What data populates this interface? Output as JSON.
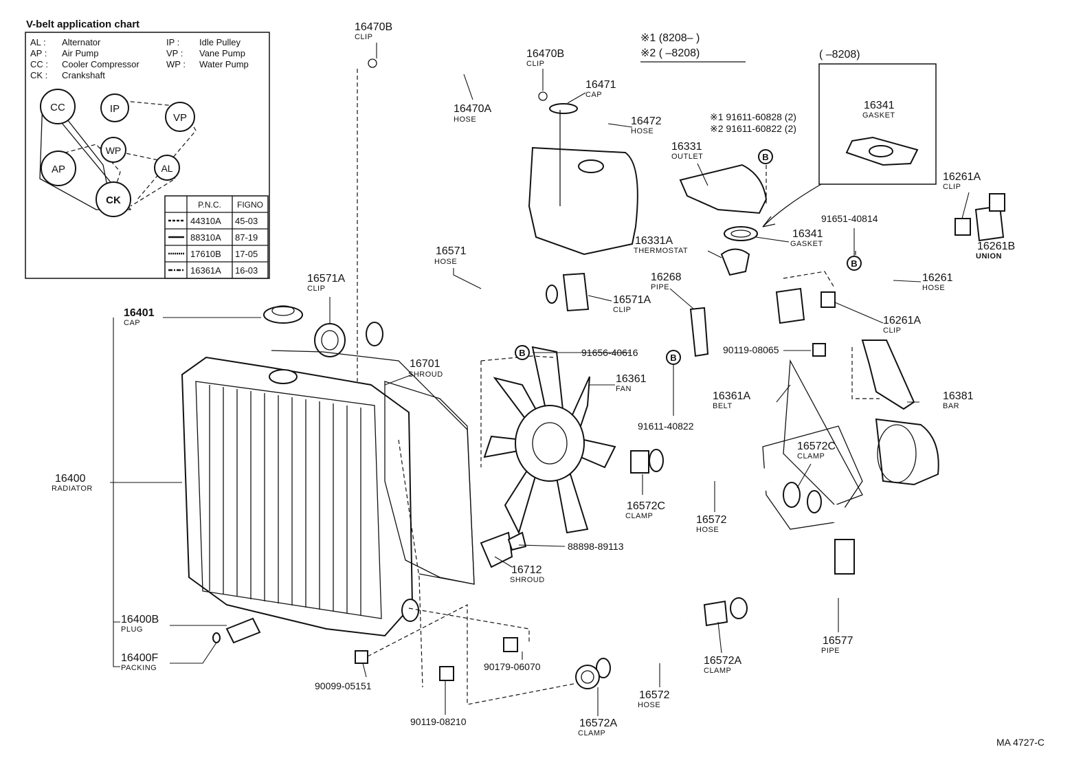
{
  "vbelt_chart": {
    "title": "V-belt application chart",
    "legend": [
      {
        "code": "AL :",
        "name": "Alternator"
      },
      {
        "code": "AP :",
        "name": "Air Pump"
      },
      {
        "code": "CC :",
        "name": "Cooler Compressor"
      },
      {
        "code": "CK :",
        "name": "Crankshaft"
      },
      {
        "code": "IP :",
        "name": "Idle Pulley"
      },
      {
        "code": "VP :",
        "name": "Vane Pump"
      },
      {
        "code": "WP :",
        "name": "Water Pump"
      }
    ],
    "pulleys": [
      "CC",
      "IP",
      "VP",
      "WP",
      "AP",
      "AL",
      "CK"
    ],
    "table_headers": [
      "P.N.C.",
      "FIGNO"
    ],
    "table_rows": [
      {
        "pnc": "44310A",
        "figno": "45-03"
      },
      {
        "pnc": "88310A",
        "figno": "87-19"
      },
      {
        "pnc": "17610B",
        "figno": "17-05"
      },
      {
        "pnc": "16361A",
        "figno": "16-03"
      }
    ]
  },
  "notes": {
    "note1": "※1 (8208–     )",
    "note2": "※2 (     –8208)",
    "inset_title": "(        –8208)"
  },
  "parts": {
    "p16470B_top": {
      "pn": "16470B",
      "name": "CLIP"
    },
    "p16470B_mid": {
      "pn": "16470B",
      "name": "CLIP"
    },
    "p16470A": {
      "pn": "16470A",
      "name": "HOSE"
    },
    "p16471": {
      "pn": "16471",
      "name": "CAP"
    },
    "p16472": {
      "pn": "16472",
      "name": "HOSE"
    },
    "p91611_60828": {
      "pn": "※1 91611-60828 (2)"
    },
    "p91611_60822": {
      "pn": "※2 91611-60822 (2)"
    },
    "p16331": {
      "pn": "16331",
      "name": "OUTLET"
    },
    "p16341_inset": {
      "pn": "16341",
      "name": "GASKET"
    },
    "p16341": {
      "pn": "16341",
      "name": "GASKET"
    },
    "p16331A": {
      "pn": "16331A",
      "name": "THERMOSTAT"
    },
    "p16261A_top": {
      "pn": "16261A",
      "name": "CLIP"
    },
    "p16261B": {
      "pn": "16261B",
      "name": "UNION"
    },
    "p91651_40814": {
      "pn": "91651-40814"
    },
    "p16261": {
      "pn": "16261",
      "name": "HOSE"
    },
    "p16261A_bot": {
      "pn": "16261A",
      "name": "CLIP"
    },
    "p16268": {
      "pn": "16268",
      "name": "PIPE"
    },
    "p16571": {
      "pn": "16571",
      "name": "HOSE"
    },
    "p16571A_left": {
      "pn": "16571A",
      "name": "CLIP"
    },
    "p16571A_right": {
      "pn": "16571A",
      "name": "CLIP"
    },
    "p16401": {
      "pn": "16401",
      "name": "CAP"
    },
    "p16701": {
      "pn": "16701",
      "name": "SHROUD"
    },
    "p91656_40616": {
      "pn": "91656-40616"
    },
    "p16361": {
      "pn": "16361",
      "name": "FAN"
    },
    "p90119_08065": {
      "pn": "90119-08065"
    },
    "p16361A": {
      "pn": "16361A",
      "name": "BELT"
    },
    "p16381": {
      "pn": "16381",
      "name": "BAR"
    },
    "p91611_40822": {
      "pn": "91611-40822"
    },
    "p16572C_right": {
      "pn": "16572C",
      "name": "CLAMP"
    },
    "p16572C_left": {
      "pn": "16572C",
      "name": "CLAMP"
    },
    "p16572_upper": {
      "pn": "16572",
      "name": "HOSE"
    },
    "p16400": {
      "pn": "16400",
      "name": "RADIATOR"
    },
    "p88898_89113": {
      "pn": "88898-89113"
    },
    "p16712": {
      "pn": "16712",
      "name": "SHROUD"
    },
    "p16400B": {
      "pn": "16400B",
      "name": "PLUG"
    },
    "p16400F": {
      "pn": "16400F",
      "name": "PACKING"
    },
    "p90179_06070": {
      "pn": "90179-06070"
    },
    "p90099_05151": {
      "pn": "90099-05151"
    },
    "p90119_08210": {
      "pn": "90119-08210"
    },
    "p16572A_mid": {
      "pn": "16572A",
      "name": "CLAMP"
    },
    "p16572_lower": {
      "pn": "16572",
      "name": "HOSE"
    },
    "p16572A_bot": {
      "pn": "16572A",
      "name": "CLAMP"
    },
    "p16577": {
      "pn": "16577",
      "name": "PIPE"
    }
  },
  "ref_mark": "B",
  "figure_code": "MA 4727-C"
}
